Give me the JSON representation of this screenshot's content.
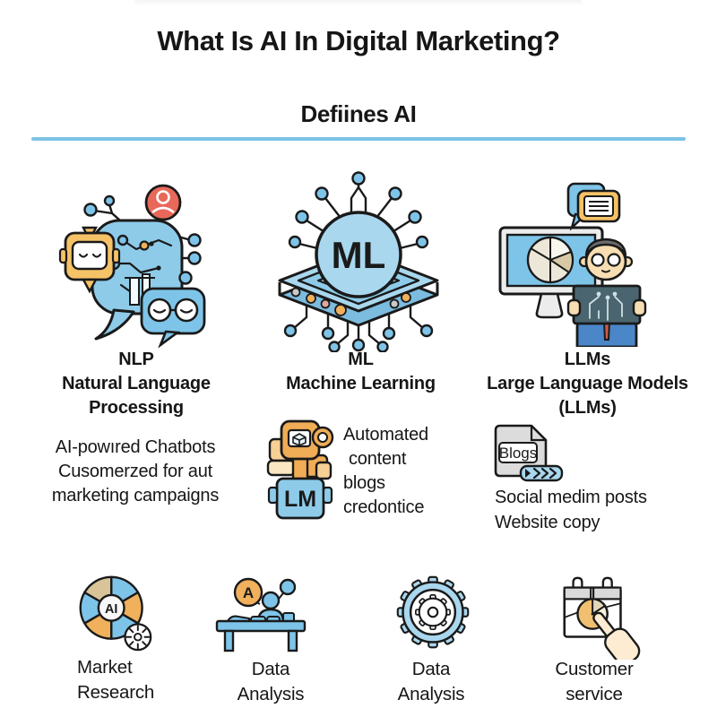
{
  "header": {
    "title": "What Is AI In Digital Marketing?",
    "subtitle": "Defiines AI"
  },
  "concepts": [
    {
      "id": "nlp",
      "icon": "nlp-chatbot-icon",
      "heading_lines": [
        "NLP",
        "Natural Language",
        "Processing"
      ],
      "description_lines": [
        "AI-powıred Chatbots",
        "Cusomerzed for aut",
        "marketing campaigns"
      ]
    },
    {
      "id": "ml",
      "icon": "ml-chip-icon",
      "chip_label": "ML",
      "robot_label": "LM",
      "heading_lines": [
        "ML",
        "Machine Learning"
      ],
      "description_lines": [
        "Automated",
        "content",
        "blogs",
        "credontice"
      ]
    },
    {
      "id": "llms",
      "icon": "llm-monitor-icon",
      "doc_label": "Blogs",
      "heading_lines": [
        "LLMs",
        "Large Language Models",
        "(LLMs)"
      ],
      "description_lines": [
        "Social medim posts",
        "Website copy"
      ]
    }
  ],
  "applications": [
    {
      "id": "market-research",
      "icon": "market-research-pie-icon",
      "badge": "AI",
      "label_lines": [
        "Market",
        "Research"
      ]
    },
    {
      "id": "data-analysis-person",
      "icon": "data-analysis-person-icon",
      "badge": "A",
      "label_lines": [
        "Data Analysis"
      ]
    },
    {
      "id": "data-analysis-gear",
      "icon": "data-analysis-gear-icon",
      "label_lines": [
        "Data Analysis"
      ]
    },
    {
      "id": "customer-service",
      "icon": "customer-service-calendar-icon",
      "label_lines": [
        "Customer service"
      ]
    }
  ],
  "colors": {
    "accent_line": "#7cc3e6",
    "primary_blue": "#7ec4e8",
    "light_blue": "#a9d7ee",
    "orange": "#f5c267",
    "deep_orange": "#f0ad56",
    "coral": "#e8695a",
    "gray": "#dcdcdc",
    "ink": "#1a1a1a"
  }
}
